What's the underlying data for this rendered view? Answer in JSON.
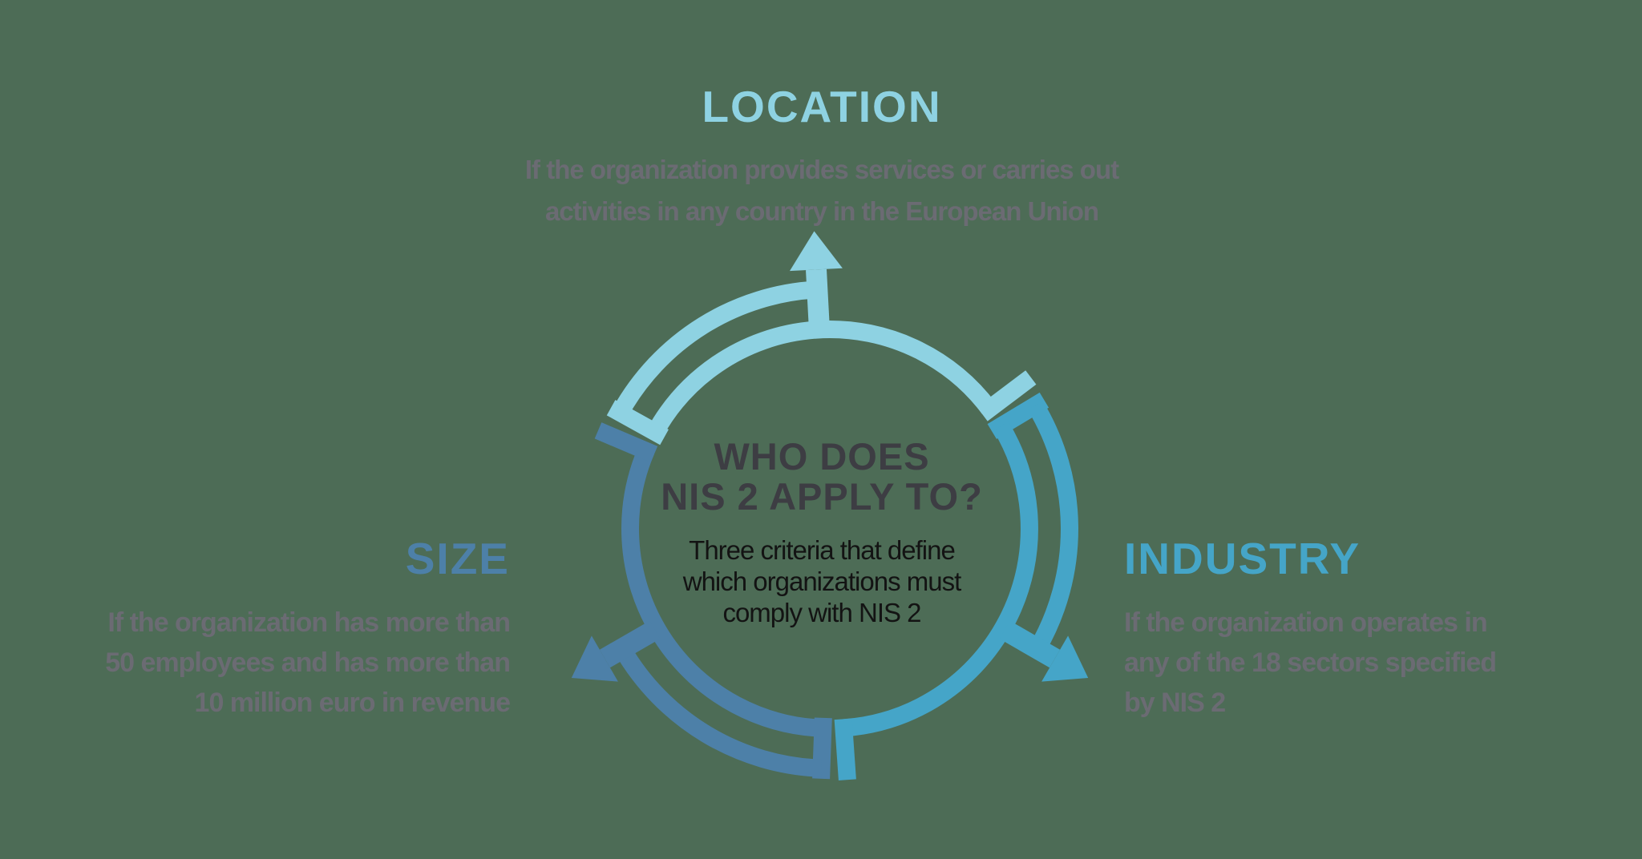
{
  "title": "WHO DOES NIS 2 APPLY TO? infographic",
  "colors": {
    "background": "#4d6c56",
    "light_blue": "#8ed2e2",
    "teal_blue": "#45a5c8",
    "steel_blue": "#4d80a8",
    "gray_text": "#6b6b73",
    "dark_title": "#3d3d43",
    "black_text": "#131313"
  },
  "criteria_top": {
    "heading": "LOCATION",
    "body_line1": "If the organization provides services or carries out",
    "body_line2": "activities in any country in the European Union"
  },
  "criteria_left": {
    "heading": "SIZE",
    "body_line1": "If the organization has more than",
    "body_line2": "50 employees and has more than",
    "body_line3": "10 million euro in revenue"
  },
  "criteria_right": {
    "heading": "INDUSTRY",
    "body_line1": "If the organization operates in",
    "body_line2": "any of the 18 sectors specified",
    "body_line3": "by NIS 2"
  },
  "center": {
    "title_line1": "WHO DOES",
    "title_line2": "NIS 2 APPLY TO?",
    "subtitle_line1": "Three criteria that define",
    "subtitle_line2": "which organizations must",
    "subtitle_line3": "comply with NIS 2"
  },
  "diagram": {
    "type": "circular-cycle",
    "segments": [
      {
        "name": "location-segment",
        "color": "#8ed2e2",
        "arrow_direction": "up"
      },
      {
        "name": "industry-segment",
        "color": "#45a5c8",
        "arrow_direction": "down-right"
      },
      {
        "name": "size-segment",
        "color": "#4d80a8",
        "arrow_direction": "down-left"
      }
    ]
  }
}
